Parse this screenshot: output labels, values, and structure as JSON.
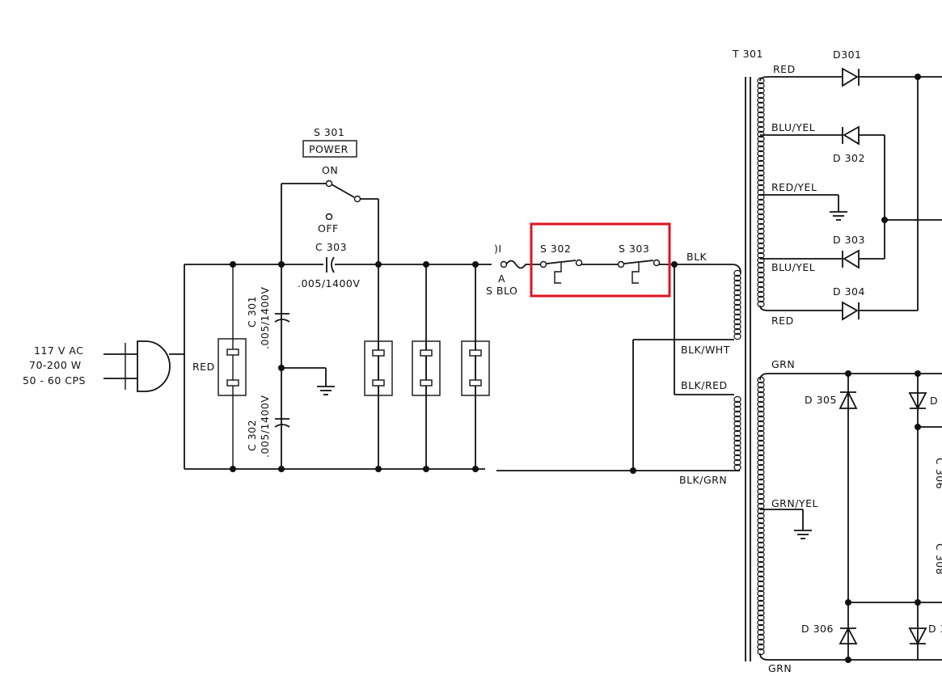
{
  "plug": {
    "voltage": "117 V AC",
    "power": "70-200 W",
    "frequency": "50 - 60 CPS"
  },
  "left_block": {
    "label": "RED"
  },
  "switch_s301": {
    "ref": "S 301",
    "name": "POWER",
    "on": "ON",
    "off": "OFF"
  },
  "capacitors": {
    "c303": {
      "ref": "C 303",
      "value": ".005/1400V"
    },
    "c301": {
      "ref": "C 301",
      "value": ".005/1400V"
    },
    "c302": {
      "ref": "C 302",
      "value": ".005/1400V"
    },
    "c306": {
      "ref": "C 306"
    },
    "c308": {
      "ref": "C 308"
    }
  },
  "fuse": {
    "amps_partial": ")I",
    "letter": "A",
    "type": "S BLO"
  },
  "thermal_switches": {
    "s302": "S 302",
    "s303": "S 303",
    "highlighted": true,
    "highlight_color": "#e0141e"
  },
  "transformer": {
    "ref": "T 301",
    "primary_leads": [
      "BLK",
      "BLK/WHT",
      "BLK/RED",
      "BLK/GRN"
    ],
    "secondary_leads": [
      "RED",
      "BLU/YEL",
      "RED/YEL",
      "BLU/YEL",
      "RED",
      "GRN",
      "GRN/YEL",
      "GRN"
    ]
  },
  "diodes": {
    "d301": "D301",
    "d302": "D 302",
    "d303": "D 303",
    "d304": "D 304",
    "d305": "D 305",
    "d306": "D 306",
    "d307_partial": "D",
    "d308_partial": "D 3"
  }
}
